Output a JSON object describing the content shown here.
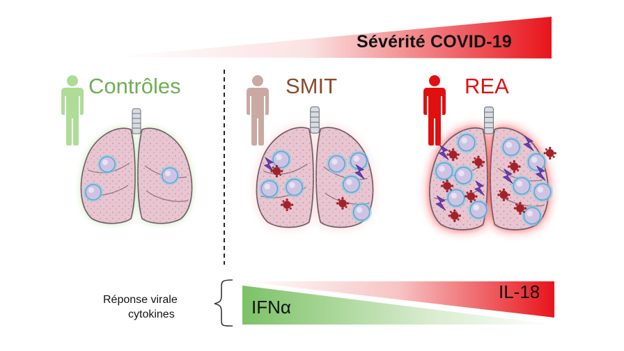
{
  "severity": {
    "label": "Sévérité COVID-19"
  },
  "groups": [
    {
      "name": "Contrôles",
      "color": "#6fae55"
    },
    {
      "name": "SMIT",
      "color": "#8a4b2c"
    },
    {
      "name": "REA",
      "color": "#e01010"
    }
  ],
  "response": {
    "line1": "Réponse virale",
    "line2": "cytokines",
    "ifn_label": "IFNα",
    "il18_label": "IL-18",
    "ifn_color": "#7cc266",
    "il18_color": "#e8141b"
  }
}
